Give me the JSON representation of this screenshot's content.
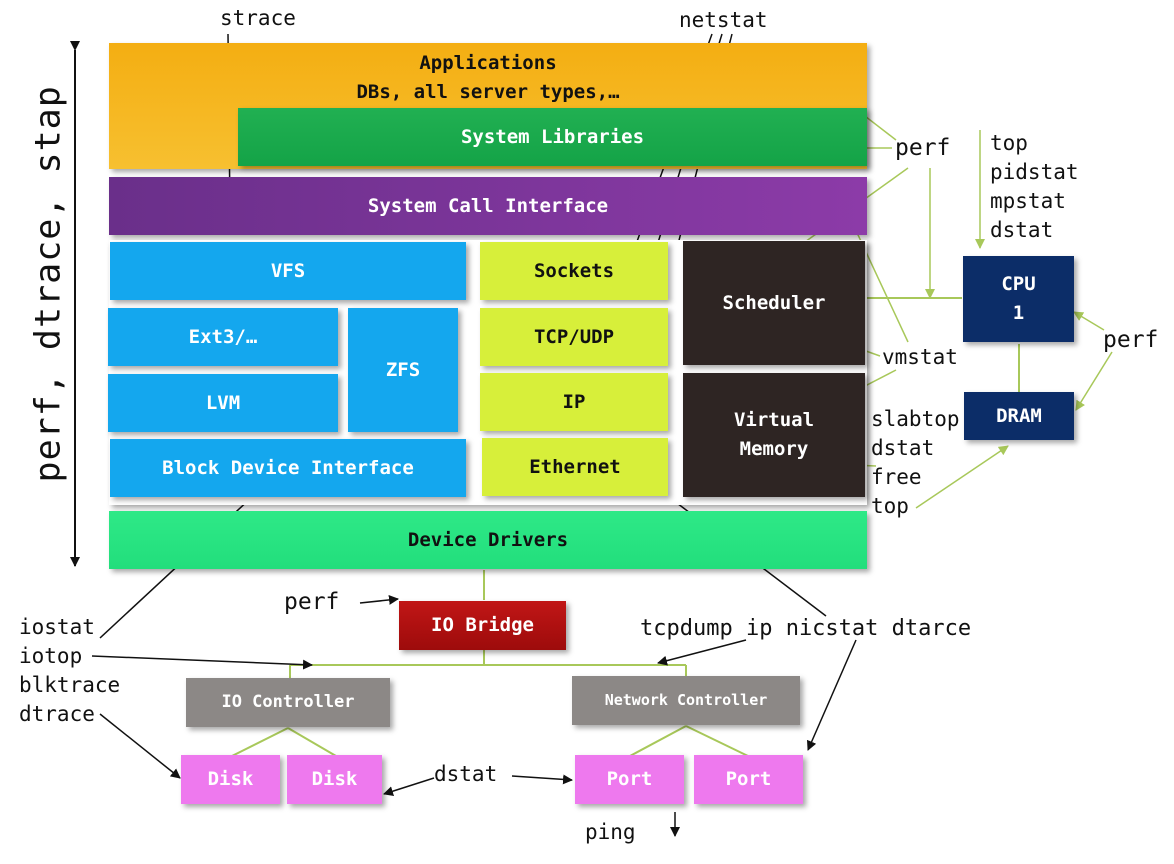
{
  "colors": {
    "applications": "#f6b417",
    "system_libraries": "#1aaa4e",
    "syscall": "#7a3399",
    "fs_blue": "#13aaf0",
    "net_yellow": "#d7f03c",
    "kernel_dark": "#2e2523",
    "drivers_green": "#29e584",
    "io_bridge": "#b00e0e",
    "controller_gray": "#8a8683",
    "port_pink": "#ee79ee",
    "cpu_navy": "#0c2d68",
    "green_arrow": "#a8c85a",
    "black_arrow": "#111111"
  },
  "blocks": {
    "applications_line1": "Applications",
    "applications_line2": "DBs, all server types,…",
    "system_libraries": "System Libraries",
    "system_call_interface": "System Call Interface",
    "vfs": "VFS",
    "ext3": "Ext3/…",
    "zfs": "ZFS",
    "lvm": "LVM",
    "block_device_interface": "Block Device Interface",
    "sockets": "Sockets",
    "tcp_udp": "TCP/UDP",
    "ip": "IP",
    "ethernet": "Ethernet",
    "scheduler": "Scheduler",
    "virtual_memory_line1": "Virtual",
    "virtual_memory_line2": "Memory",
    "device_drivers": "Device Drivers",
    "io_bridge": "IO Bridge",
    "io_controller": "IO Controller",
    "network_controller": "Network Controller",
    "disk_1": "Disk",
    "disk_2": "Disk",
    "port_1": "Port",
    "port_2": "Port",
    "cpu_line1": "CPU",
    "cpu_line2": "1",
    "dram": "DRAM"
  },
  "tools": {
    "strace": "strace",
    "netstat": "netstat",
    "perf_libs": "perf",
    "perf_cpu": "perf",
    "perf_bridge": "perf",
    "vertical_label": "perf, dtrace, stap",
    "cpu_tools": [
      "top",
      "pidstat",
      "mpstat",
      "dstat"
    ],
    "vmstat": "vmstat",
    "memory_tools": [
      "slabtop",
      "dstat",
      "free",
      "top"
    ],
    "disk_tools": [
      "iostat",
      "iotop",
      "blktrace",
      "dtrace"
    ],
    "network_tools": "tcpdump ip nicstat dtarce",
    "dstat_devices": "dstat",
    "ping": "ping"
  }
}
